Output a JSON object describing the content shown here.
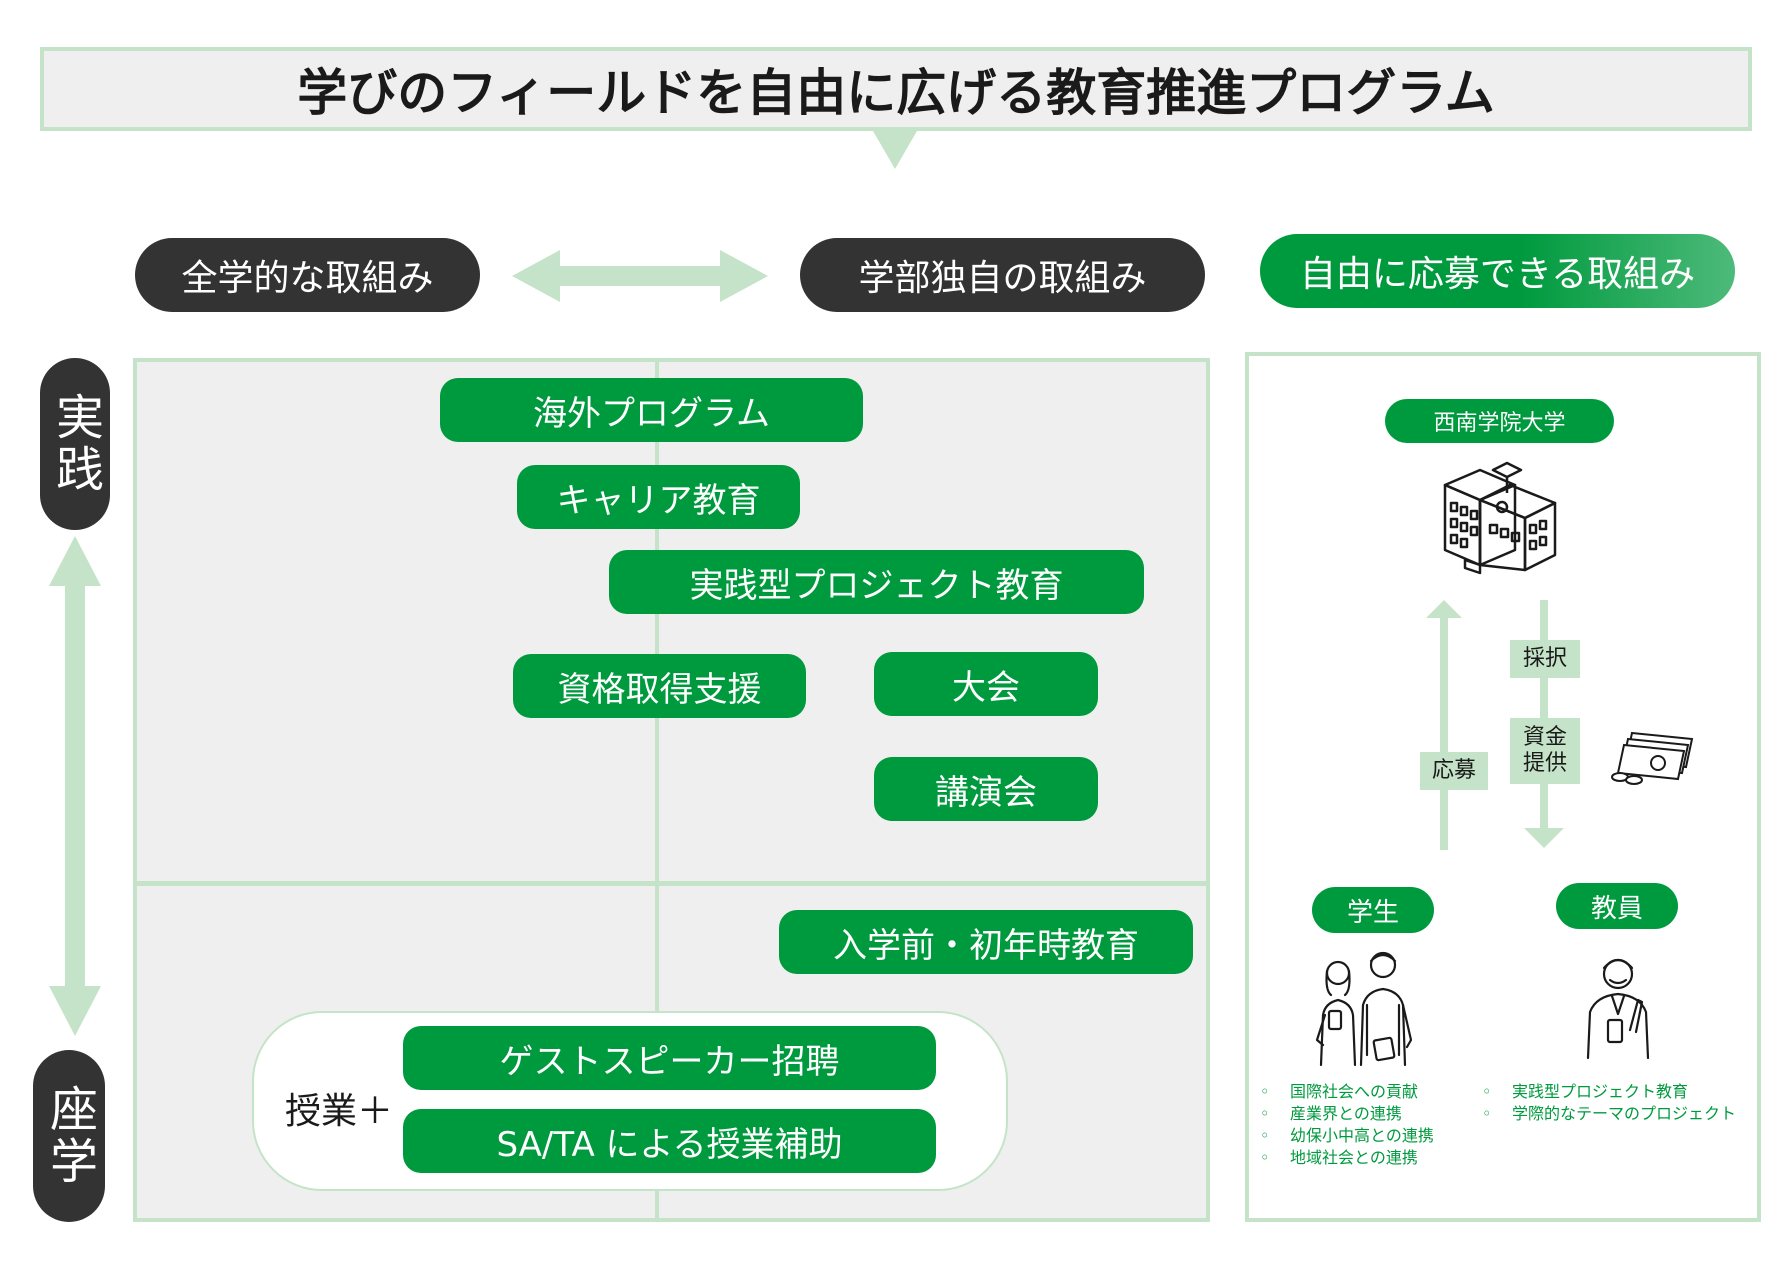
{
  "title": "学びのフィールドを自由に広げる教育推進プログラム",
  "headers": {
    "common": "全学的な取組み",
    "faculty": "学部独自の取組み",
    "free": "自由に応募できる取組み"
  },
  "axis": {
    "top_label": "実践",
    "bottom_label": "座学"
  },
  "programs": {
    "overseas": "海外プログラム",
    "career": "キャリア教育",
    "project": "実践型プロジェクト教育",
    "qualification": "資格取得支援",
    "contest": "大会",
    "lecture": "講演会",
    "pre_entry": "入学前・初年時教育",
    "guest": "ゲストスピーカー招聘",
    "sata": "SA/TA による授業補助",
    "class_plus": "授業＋"
  },
  "right": {
    "university": "西南学院大学",
    "adopt": "採択",
    "funding": "資金\n提供",
    "apply": "応募",
    "student": "学生",
    "faculty_member": "教員",
    "student_items": [
      "国際社会への貢献",
      "産業界との連携",
      "幼保小中高との連携",
      "地域社会との連携"
    ],
    "faculty_items": [
      "実践型プロジェクト教育",
      "学際的なテーマのプロジェクト"
    ]
  },
  "colors": {
    "green": "#009a3e",
    "light_green": "#c5e3c8",
    "dark": "#333333",
    "panel_gray": "#efefef"
  }
}
